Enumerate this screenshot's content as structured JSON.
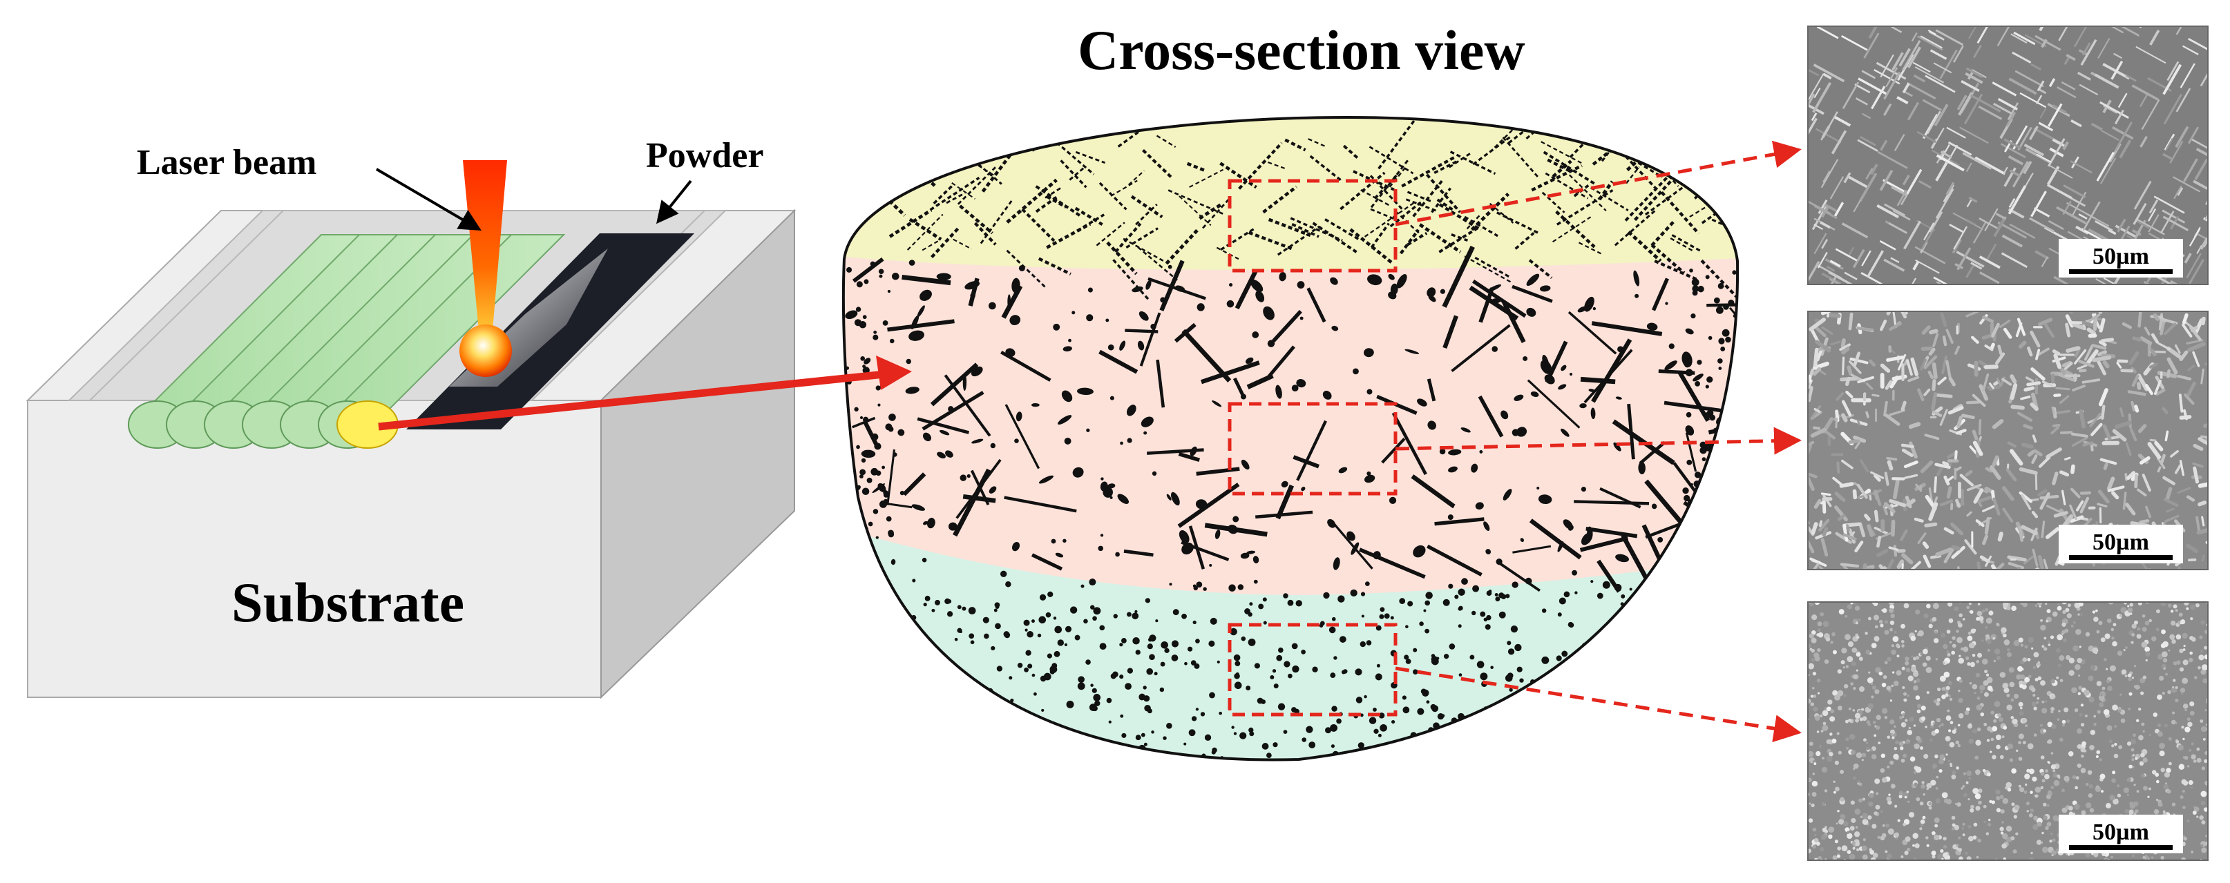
{
  "labels": {
    "laser_beam": "Laser beam",
    "powder": "Powder",
    "substrate": "Substrate",
    "cross_section_title": "Cross-section view"
  },
  "micrographs": [
    {
      "scale_label": "50µm",
      "structure": "coarse-dendrite"
    },
    {
      "scale_label": "50µm",
      "structure": "medium-dendrite"
    },
    {
      "scale_label": "50µm",
      "structure": "fine-equiaxed"
    }
  ],
  "colors": {
    "zone_top": "#f4f3c2",
    "zone_middle": "#fde2da",
    "zone_bottom": "#d6f2e6",
    "track_green": "#b8e2b0",
    "powder_band": "#1c1f28",
    "beam": "#ff5a00",
    "guide_arrow": "#e4261c",
    "dashed_box": "#e4261c"
  }
}
